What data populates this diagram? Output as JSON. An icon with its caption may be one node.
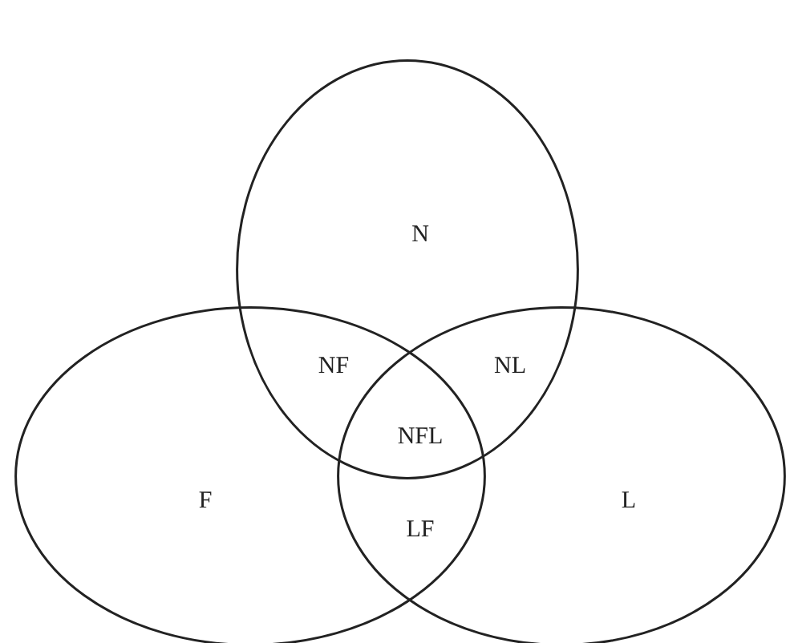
{
  "diagram": {
    "nodes": [
      {
        "text": [
          "N"
        ]
      },
      {
        "text": [
          "F"
        ]
      },
      {
        "text": [
          "L"
        ]
      }
    ],
    "labels": [
      "NF",
      "NL",
      "NFL",
      "LF"
    ]
  }
}
